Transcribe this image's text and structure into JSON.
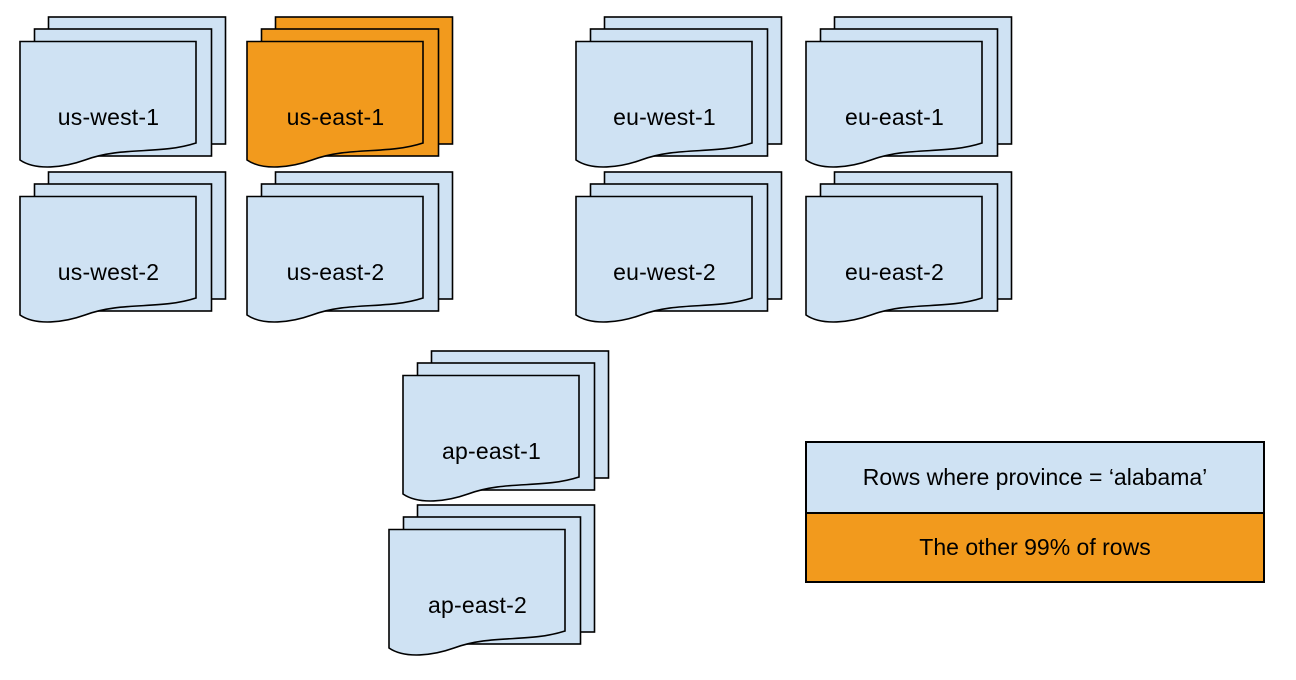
{
  "diagram": {
    "regions": [
      {
        "id": "us-west-1",
        "label": "us-west-1",
        "variant": "blue"
      },
      {
        "id": "us-east-1",
        "label": "us-east-1",
        "variant": "orange"
      },
      {
        "id": "eu-west-1",
        "label": "eu-west-1",
        "variant": "blue"
      },
      {
        "id": "eu-east-1",
        "label": "eu-east-1",
        "variant": "blue"
      },
      {
        "id": "us-west-2",
        "label": "us-west-2",
        "variant": "blue"
      },
      {
        "id": "us-east-2",
        "label": "us-east-2",
        "variant": "blue"
      },
      {
        "id": "eu-west-2",
        "label": "eu-west-2",
        "variant": "blue"
      },
      {
        "id": "eu-east-2",
        "label": "eu-east-2",
        "variant": "blue"
      },
      {
        "id": "ap-east-1",
        "label": "ap-east-1",
        "variant": "blue"
      },
      {
        "id": "ap-east-2",
        "label": "ap-east-2",
        "variant": "blue"
      }
    ],
    "legend": {
      "items": [
        {
          "label": "Rows where province = ‘alabama’",
          "variant": "blue"
        },
        {
          "label": "The other 99% of rows",
          "variant": "orange"
        }
      ]
    },
    "colors": {
      "blue": "#cfe2f3",
      "orange": "#f29a1d",
      "outline": "#000000"
    }
  }
}
